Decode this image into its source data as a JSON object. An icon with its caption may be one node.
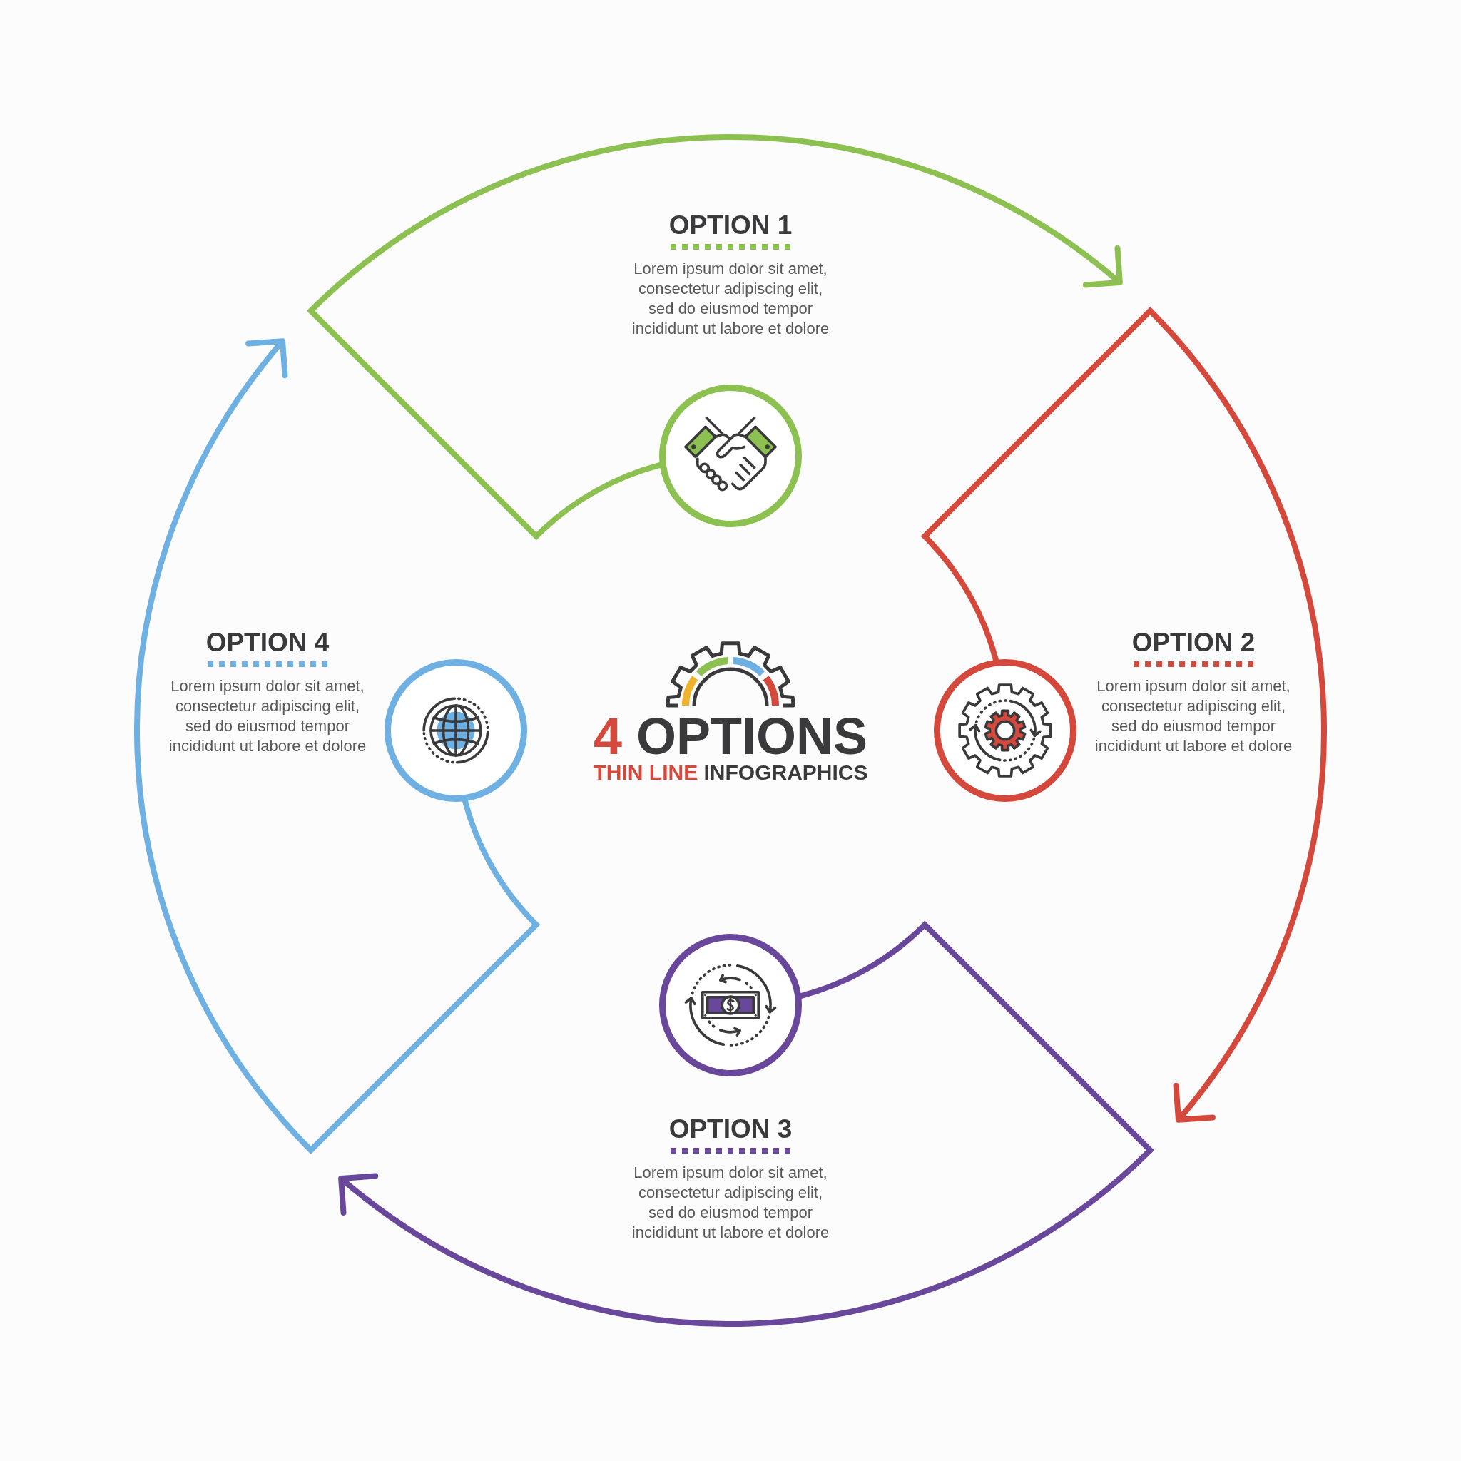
{
  "diagram": {
    "title": "4 OPTIONS",
    "nodes": [
      {
        "text": [],
        "shape": "circle",
        "beside": [
          "OPTION 1",
          "Lorem ipsum dolor sit amet, consectetur adipiscing elit, sed do eiusmod tempor incididunt ut labore et dolore"
        ]
      },
      {
        "text": [],
        "shape": "circle",
        "beside": [
          "OPTION 2",
          "Lorem ipsum dolor sit amet, consectetur adipiscing elit, sed do eiusmod tempor incididunt ut labore et dolore"
        ]
      },
      {
        "text": [],
        "shape": "circle",
        "beside": [
          "OPTION 3",
          "Lorem ipsum dolor sit amet, consectetur adipiscing elit, sed do eiusmod tempor incididunt ut labore et dolore"
        ]
      },
      {
        "text": [],
        "shape": "circle",
        "beside": [
          "OPTION 4",
          "Lorem ipsum dolor sit amet, consectetur adipiscing elit, sed do eiusmod tempor incididunt ut labore et dolore"
        ]
      }
    ],
    "edges": [
      {
        "from": 0,
        "to": null,
        "arrow": "to",
        "color": "#8cc152"
      },
      {
        "from": 1,
        "to": null,
        "arrow": "to",
        "color": "#d4493b"
      },
      {
        "from": 2,
        "to": null,
        "arrow": "to",
        "color": "#69479b"
      },
      {
        "from": 3,
        "to": null,
        "arrow": "to",
        "color": "#6fb0e2"
      }
    ],
    "labels": [
      "THIN LINE INFOGRAPHICS"
    ]
  }
}
